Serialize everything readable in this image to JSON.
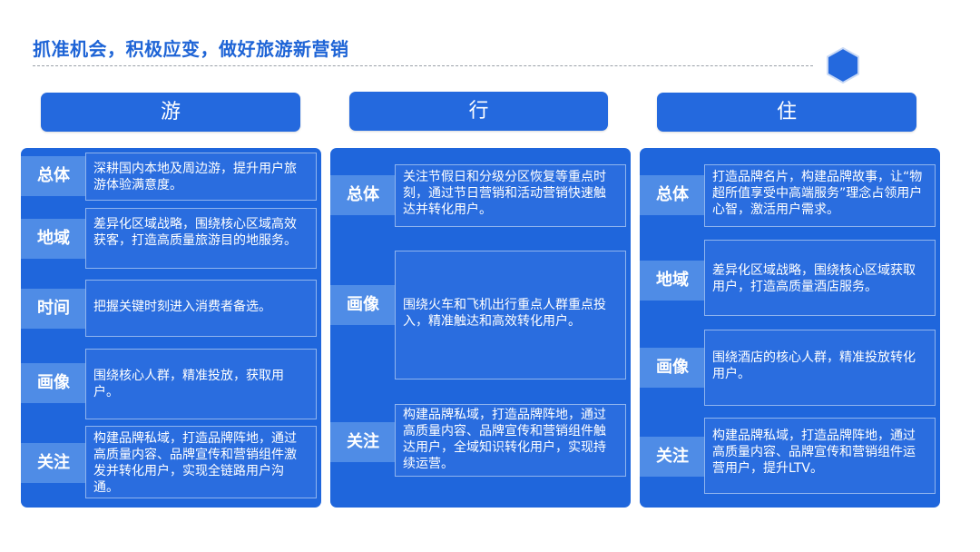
{
  "title": "抓准机会，积极应变，做好旅游新营销",
  "accent_color": "#2469de",
  "columns": [
    {
      "header": "游",
      "rows": [
        {
          "label": "总体",
          "text": "深耕国内本地及周边游，提升用户旅游体验满意度。"
        },
        {
          "label": "地域",
          "text": "差异化区域战略，围绕核心区域高效获客，打造高质量旅游目的地服务。"
        },
        {
          "label": "时间",
          "text": "把握关键时刻进入消费者备选。"
        },
        {
          "label": "画像",
          "text": "围绕核心人群，精准投放，获取用户。"
        },
        {
          "label": "关注",
          "text": "构建品牌私域，打造品牌阵地，通过高质量内容、品牌宣传和营销组件激发并转化用户，实现全链路用户沟通。"
        }
      ]
    },
    {
      "header": "行",
      "rows": [
        {
          "label": "总体",
          "text": "关注节假日和分级分区恢复等重点时刻，通过节日营销和活动营销快速触达并转化用户。"
        },
        {
          "label": "画像",
          "text": "围绕火车和飞机出行重点人群重点投入，精准触达和高效转化用户。"
        },
        {
          "label": "关注",
          "text": "构建品牌私域，打造品牌阵地，通过高质量内容、品牌宣传和营销组件触达用户，全域知识转化用户，实现持续运营。"
        }
      ]
    },
    {
      "header": "住",
      "rows": [
        {
          "label": "总体",
          "text": "打造品牌名片，构建品牌故事，让“物超所值享受中高端服务”理念占领用户心智，激活用户需求。"
        },
        {
          "label": "地域",
          "text": "差异化区域战略，围绕核心区域获取用户，打造高质量酒店服务。"
        },
        {
          "label": "画像",
          "text": "围绕酒店的核心人群，精准投放转化用户。"
        },
        {
          "label": "关注",
          "text": "构建品牌私域，打造品牌阵地，通过高质量内容、品牌宣传和营销组件运营用户，提升LTV。"
        }
      ]
    }
  ]
}
